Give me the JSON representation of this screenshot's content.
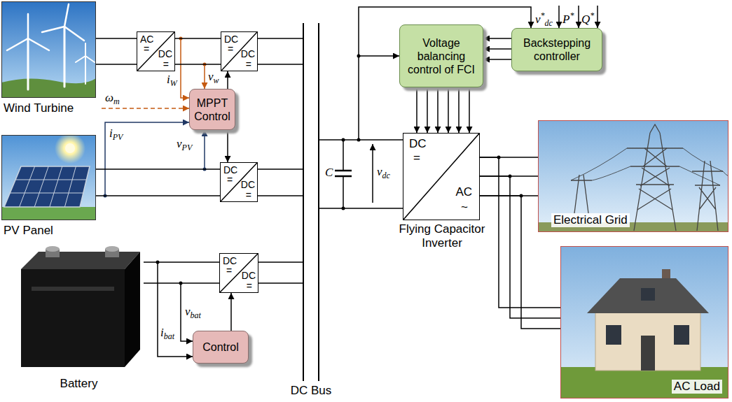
{
  "diagram": {
    "nodes": [
      {
        "text": [
          "Wind Turbine"
        ]
      },
      {
        "text": [
          "AC",
          "=",
          "DC",
          "="
        ]
      },
      {
        "text": [
          "DC",
          "=",
          "DC",
          "="
        ]
      },
      {
        "text": [
          "MPPT Control"
        ]
      },
      {
        "text": [
          "PV Panel"
        ]
      },
      {
        "text": [
          "DC",
          "=",
          "DC",
          "="
        ]
      },
      {
        "text": [
          "Battery"
        ]
      },
      {
        "text": [
          "DC",
          "=",
          "DC",
          "="
        ]
      },
      {
        "text": [
          "Control"
        ]
      },
      {
        "text": [
          "DC Bus"
        ]
      },
      {
        "text": [
          "Voltage balancing control of FCI"
        ]
      },
      {
        "text": [
          "Backstepping controller"
        ]
      },
      {
        "text": [
          "DC",
          "=",
          "AC",
          "~",
          "Flying Capacitor Inverter"
        ]
      },
      {
        "text": [
          "Electrical Grid"
        ]
      },
      {
        "text": [
          "AC Load"
        ]
      }
    ],
    "edges": [
      {
        "from": 0,
        "to": 1,
        "arrow": "none"
      },
      {
        "from": 1,
        "to": 2,
        "arrow": "none"
      },
      {
        "from": 2,
        "to": 9,
        "arrow": "none"
      },
      {
        "from": 3,
        "to": 2,
        "arrow": "to"
      },
      {
        "from": 4,
        "to": 5,
        "arrow": "none"
      },
      {
        "from": 5,
        "to": 9,
        "arrow": "none"
      },
      {
        "from": 3,
        "to": 5,
        "arrow": "to"
      },
      {
        "from": 6,
        "to": 7,
        "arrow": "none"
      },
      {
        "from": 7,
        "to": 9,
        "arrow": "none"
      },
      {
        "from": 8,
        "to": 7,
        "arrow": "to"
      },
      {
        "from": 11,
        "to": 10,
        "arrow": "to"
      },
      {
        "from": 10,
        "to": 12,
        "arrow": "to"
      },
      {
        "from": 9,
        "to": 12,
        "arrow": "none"
      },
      {
        "from": 12,
        "to": 13,
        "arrow": "none"
      },
      {
        "from": 12,
        "to": 14,
        "arrow": "none"
      }
    ],
    "labels": [
      "iW",
      "vw",
      "ωm",
      "iPV",
      "vPV",
      "vbat",
      "ibat",
      "C",
      "vdc",
      "v*dc",
      "P*",
      "Q*"
    ]
  }
}
